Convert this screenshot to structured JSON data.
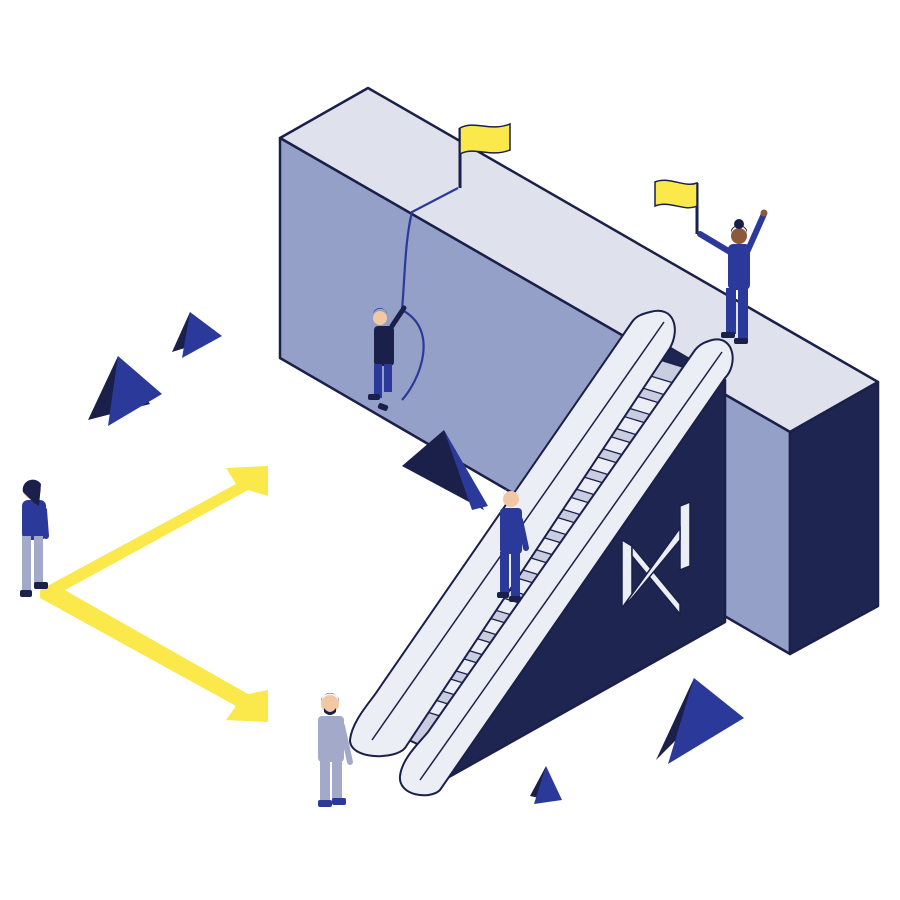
{
  "scene": {
    "kind": "isometric illustration",
    "elements": [
      "wall-block",
      "escalator",
      "climber-on-rope",
      "woman-with-flag",
      "person-riding-escalator",
      "man-at-escalator-base",
      "woman-at-arrow-vertex",
      "yellow-arrows",
      "blue-pyramids",
      "yellow-flags",
      "infinity-logo"
    ]
  },
  "colors": {
    "background": "#ffffff",
    "wall_top": "#dfe1ec",
    "wall_front": "#95a0c9",
    "wall_side_dark": "#1e2550",
    "outline": "#1a2049",
    "escalator_body": "#1e2550",
    "escalator_rail": "#eceef5",
    "escalator_steps": "#c9cde0",
    "arrow_yellow": "#fbe84a",
    "flag_yellow": "#fbe84a",
    "pyramid_light": "#2b3a9a",
    "pyramid_dark": "#1a2049",
    "figure_blue": "#2b3a9a",
    "figure_navy": "#1e2550",
    "figure_gray": "#a3a9c9",
    "skin": "#f2c8a4",
    "skin_dark": "#8a5a3b"
  }
}
